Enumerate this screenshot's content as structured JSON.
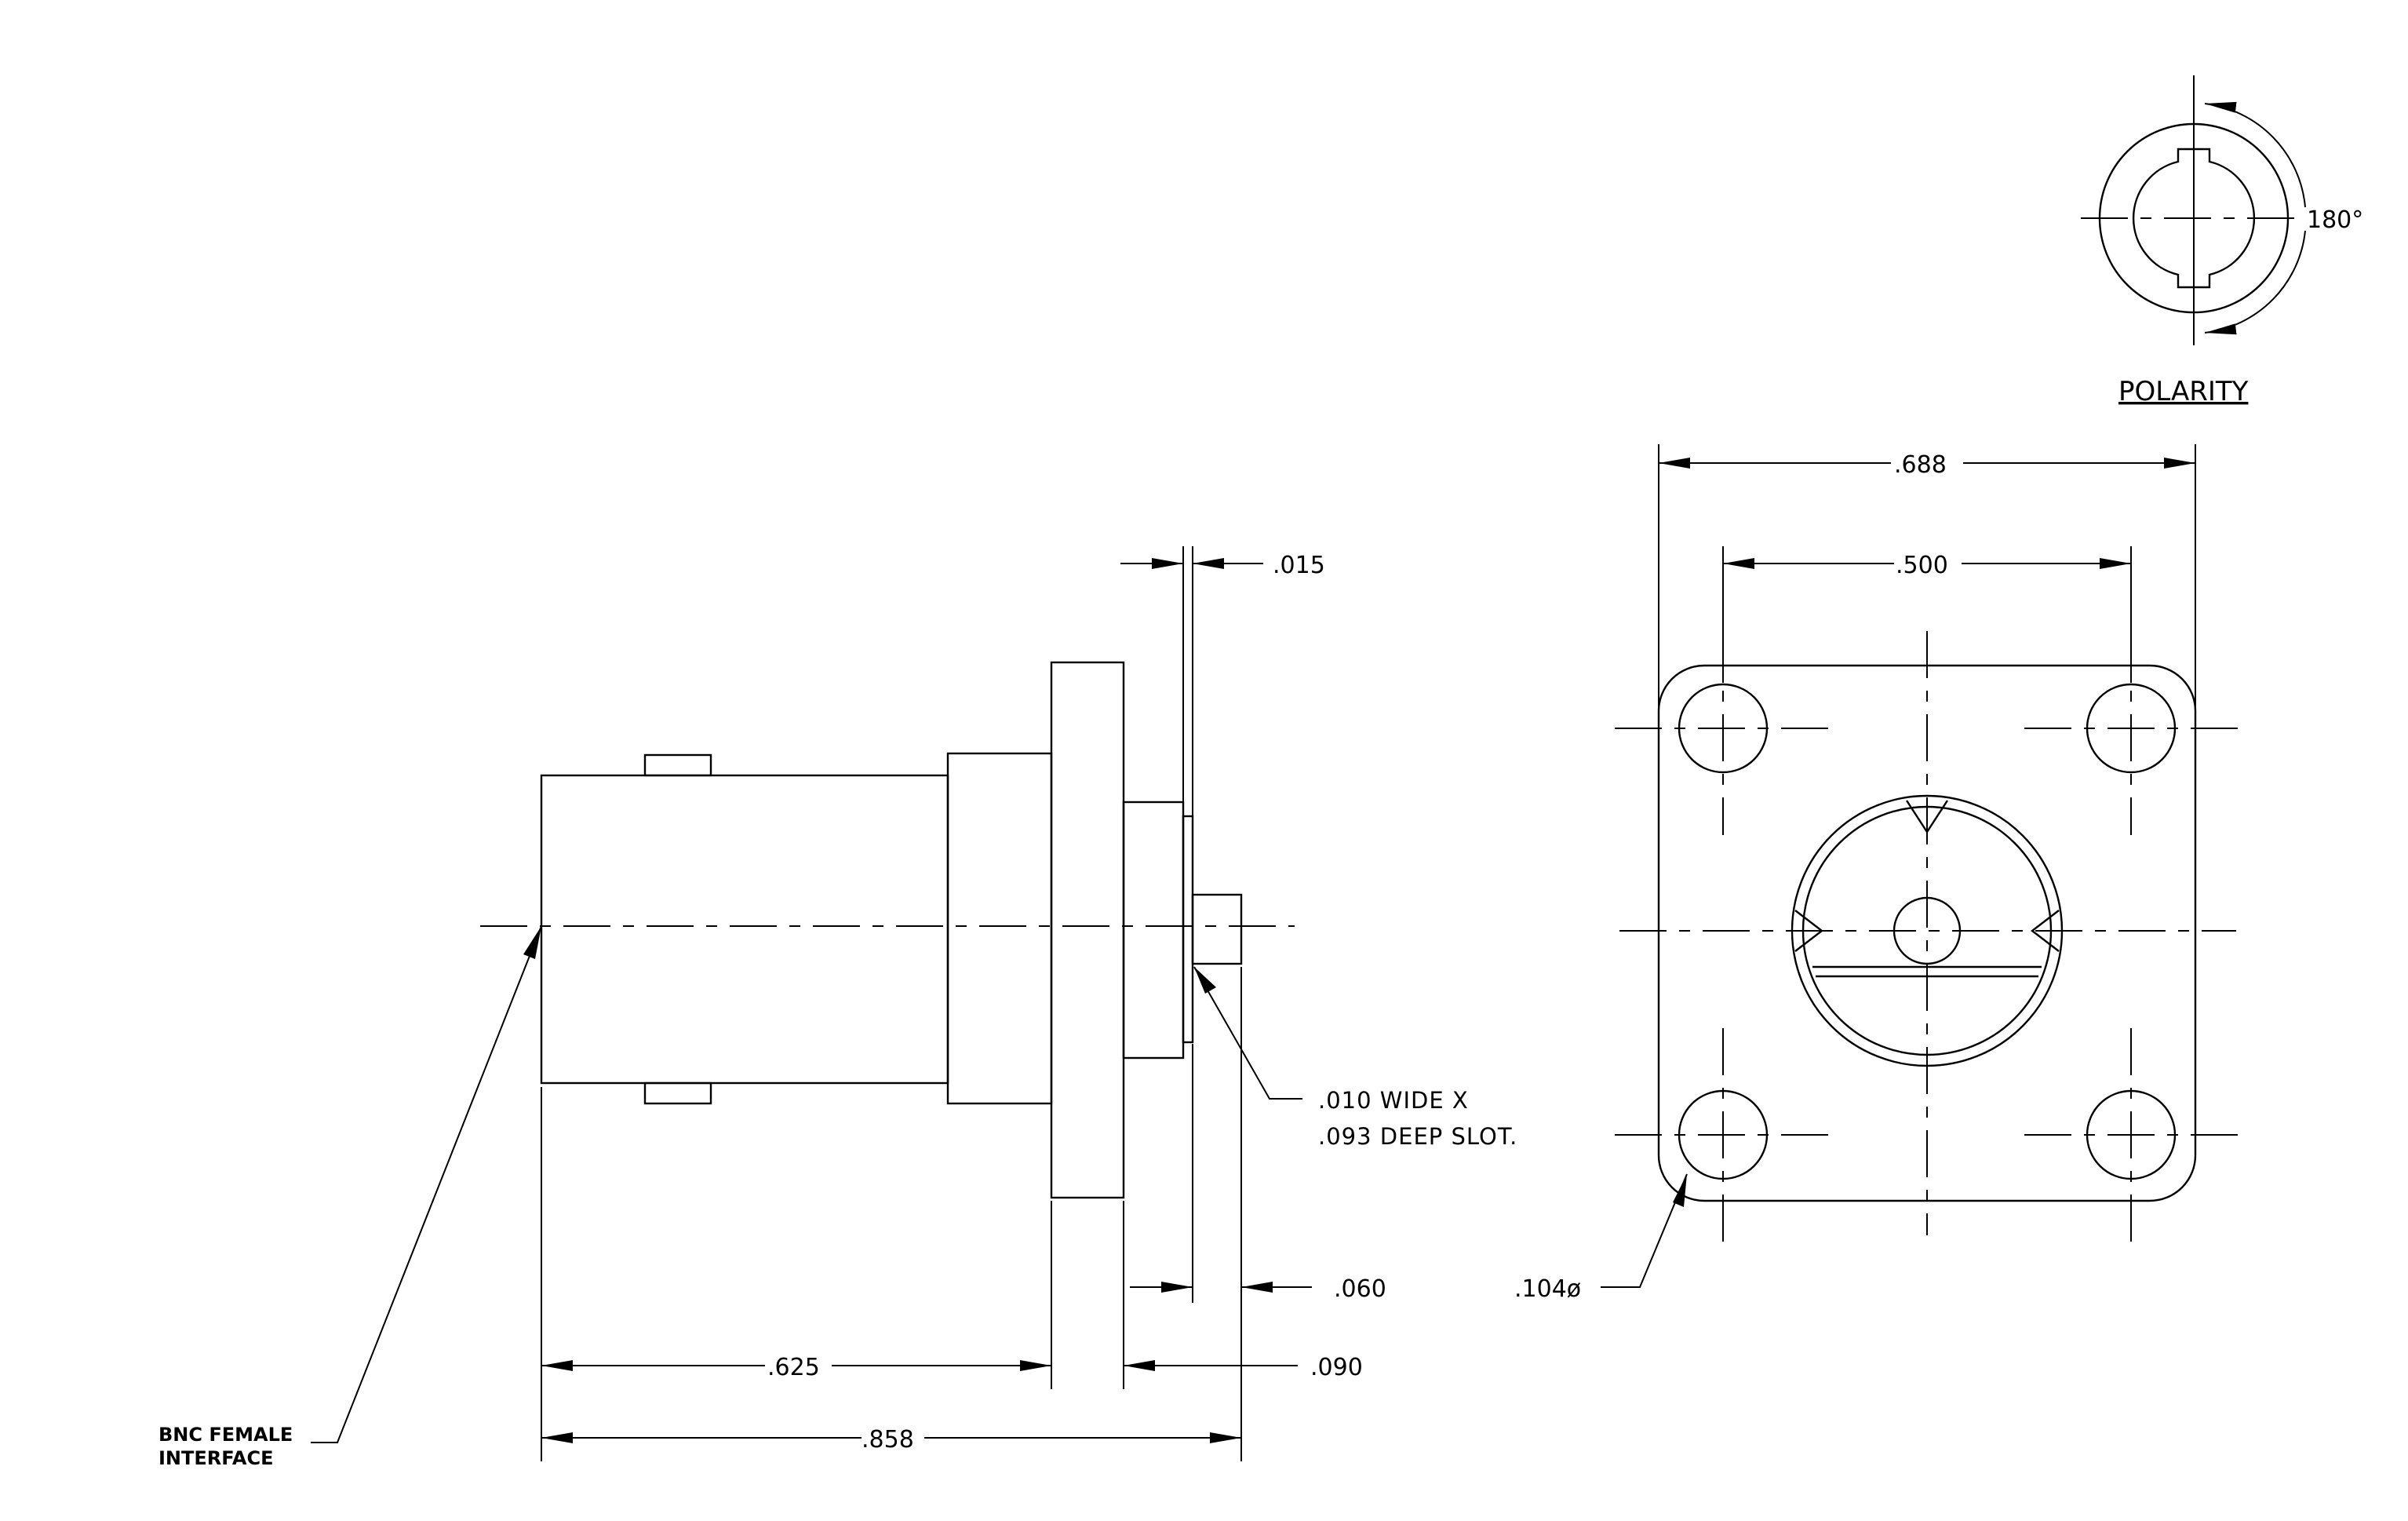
{
  "drawing": {
    "polarity_title": "POLARITY",
    "polarity_angle": "180°",
    "dims": {
      "d_688": ".688",
      "d_500": ".500",
      "d_015": ".015",
      "d_625": ".625",
      "d_858": ".858",
      "d_060": ".060",
      "d_090": ".090",
      "d_104": ".104ø"
    },
    "notes": {
      "slot_line1": ".010 WIDE X",
      "slot_line2": ".093 DEEP SLOT.",
      "bnc_line1": "BNC FEMALE",
      "bnc_line2": "INTERFACE"
    }
  }
}
